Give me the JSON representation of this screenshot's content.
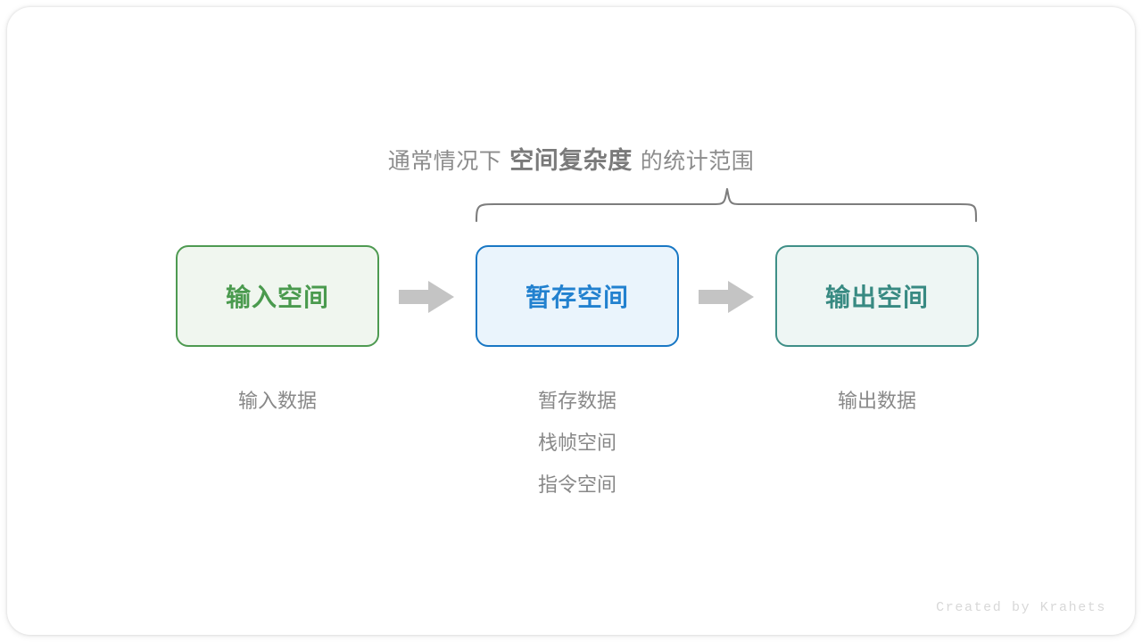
{
  "caption": {
    "prefix": "通常情况下",
    "highlight": "空间复杂度",
    "suffix": "的统计范围"
  },
  "boxes": [
    {
      "label": "输入空间",
      "accent": "#4a9a4e",
      "fill": "#f0f6ef",
      "border": "#4e9a51"
    },
    {
      "label": "暂存空间",
      "accent": "#2281cf",
      "fill": "#eaf4fc",
      "border": "#1877c4"
    },
    {
      "label": "输出空间",
      "accent": "#388a82",
      "fill": "#eef6f4",
      "border": "#3f8f87"
    }
  ],
  "captions": {
    "input": [
      "输入数据"
    ],
    "temp": [
      "暂存数据",
      "栈帧空间",
      "指令空间"
    ],
    "output": [
      "输出数据"
    ]
  },
  "arrows": {
    "first": "arrow-right",
    "second": "arrow-right",
    "color": "#c4c4c4"
  },
  "brace": {
    "color": "#7d7d7d"
  },
  "footer": {
    "credit": "Created by Krahets"
  }
}
